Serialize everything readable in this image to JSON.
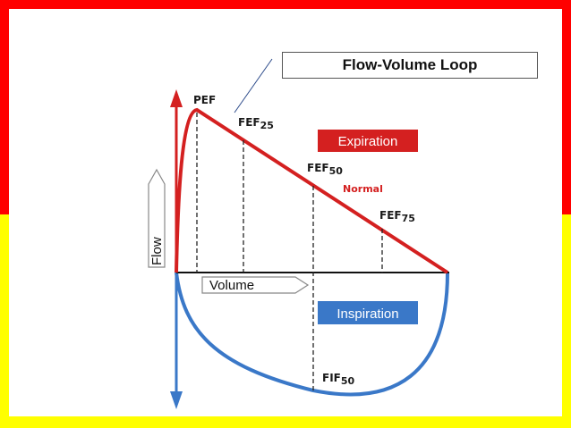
{
  "slide": {
    "title": "Flow-Volume Loop",
    "colors": {
      "top_band": "#ff0000",
      "bottom_band": "#ffff00",
      "expiration": "#d42020",
      "inspiration": "#3a78c8"
    }
  },
  "diagram": {
    "labels": {
      "pef": "PEF",
      "fef25_main": "FEF",
      "fef25_sub": "25",
      "fef50_main": "FEF",
      "fef50_sub": "50",
      "fef75_main": "FEF",
      "fef75_sub": "75",
      "fif50_main": "FIF",
      "fif50_sub": "50",
      "normal": "Normal",
      "expiration": "Expiration",
      "inspiration": "Inspiration",
      "volume": "Volume",
      "flow": "Flow"
    }
  }
}
